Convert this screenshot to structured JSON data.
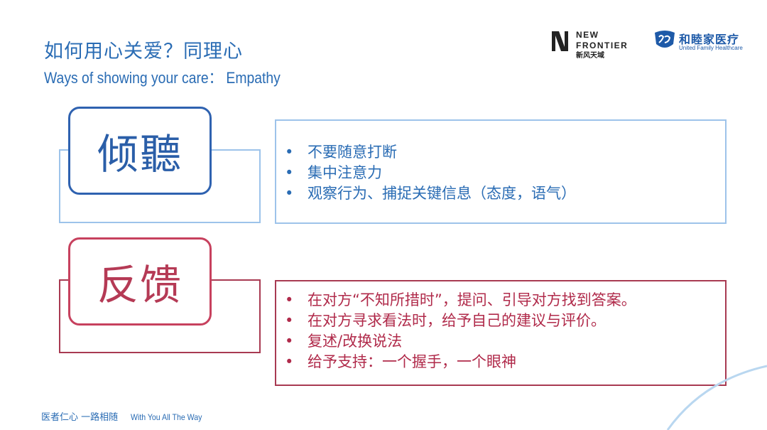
{
  "title": {
    "cn": "如何用心关爱？同理心",
    "en": "Ways of showing your care： Empathy"
  },
  "logos": {
    "new_frontier": {
      "line1": "NEW",
      "line2": "FRONTIER",
      "cn": "新风天域"
    },
    "ufh": {
      "cn": "和睦家医疗",
      "en": "United Family Healthcare"
    }
  },
  "sections": {
    "listen": {
      "label": "倾聽",
      "bullets": [
        "不要随意打断",
        "集中注意力",
        "观察行为、捕捉关键信息（态度，语气）"
      ]
    },
    "feedback": {
      "label": "反馈",
      "bullets": [
        "在对方“不知所措时”，提问、引导对方找到答案。",
        "在对方寻求看法时，给予自己的建议与评价。",
        "复述/改换说法",
        "给予支持：一个握手，一个眼神"
      ]
    }
  },
  "bullet_char": "•",
  "footer": {
    "cn": "医者仁心 一路相随",
    "en": "With You All The Way"
  },
  "colors": {
    "blue": "#2a6cb4",
    "light_blue": "#9dc3ea",
    "red": "#b02a4a"
  }
}
